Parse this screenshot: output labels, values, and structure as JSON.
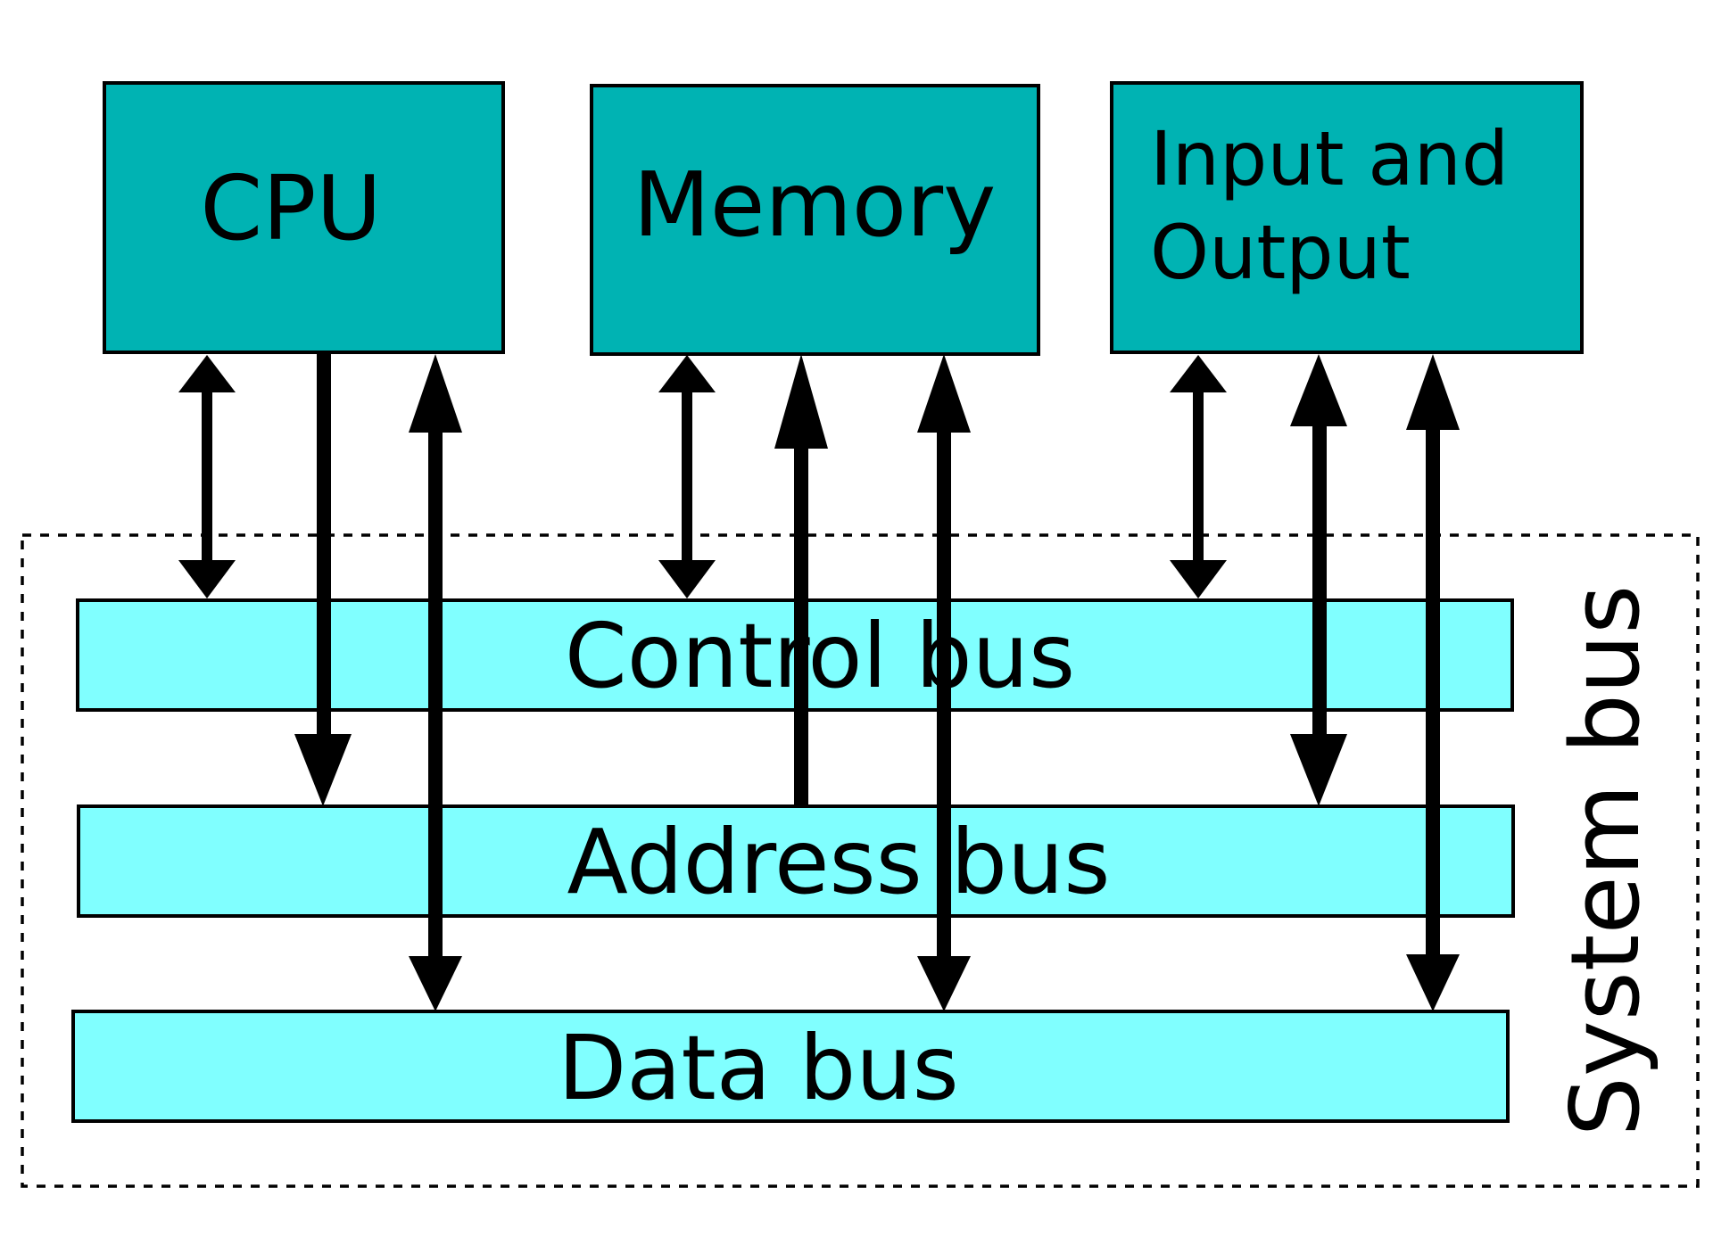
{
  "components": {
    "cpu": "CPU",
    "memory": "Memory",
    "io_line1": "Input and",
    "io_line2": "Output"
  },
  "buses": {
    "control": "Control bus",
    "address": "Address bus",
    "data": "Data bus",
    "system": "System bus"
  },
  "colors": {
    "component_fill": "#00b3b3",
    "bus_fill": "#80ffff",
    "outline": "#000000"
  }
}
